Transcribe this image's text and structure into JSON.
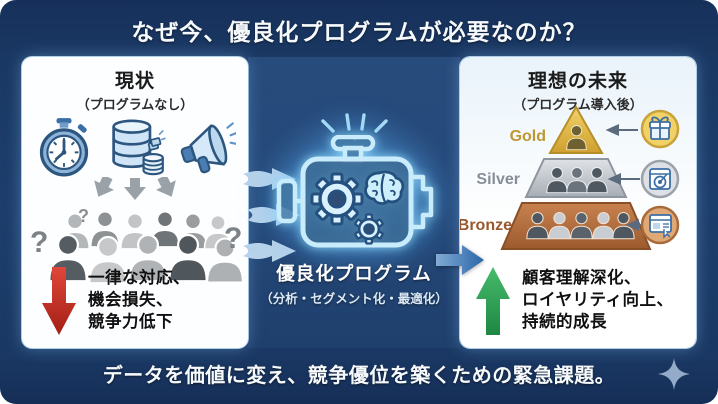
{
  "title": "なぜ今、優良化プログラムが必要なのか？",
  "footer": "データを価値に変え、競争優位を築くための緊急課題。",
  "colors": {
    "background_navy": "#1a3863",
    "card_white": "#fdfeff",
    "accent_light_blue": "#bfe9fb",
    "negative_red": "#c9342a",
    "positive_green": "#2f9e53",
    "flow_blue": "#2f6dad",
    "gold": "#e3bc4a",
    "silver": "#c3c8ce",
    "bronze": "#b06a3c"
  },
  "left_card": {
    "title": "現状",
    "subtitle": "（プログラムなし）",
    "icons": [
      "stopwatch-icon",
      "database-icon",
      "megaphone-icon"
    ],
    "question_marks": [
      "?",
      "?",
      "?"
    ],
    "impact_lines": [
      "一律な対応、",
      "機会損失、",
      "競争力低下"
    ]
  },
  "center": {
    "label": "優良化プログラム",
    "sublabel": "（分析・セグメント化・最適化）",
    "icon": "engine-gears-brain-icon"
  },
  "right_card": {
    "title": "理想の未来",
    "subtitle": "（プログラム導入後）",
    "tiers": [
      {
        "label": "Gold",
        "members": 1,
        "reward_icon": "gift-icon"
      },
      {
        "label": "Silver",
        "members": 3,
        "reward_icon": "target-offer-icon"
      },
      {
        "label": "Bronze",
        "members": 5,
        "reward_icon": "content-page-icon"
      }
    ],
    "impact_lines": [
      "顧客理解深化、",
      "ロイヤリティ向上、",
      "持続的成長"
    ]
  }
}
